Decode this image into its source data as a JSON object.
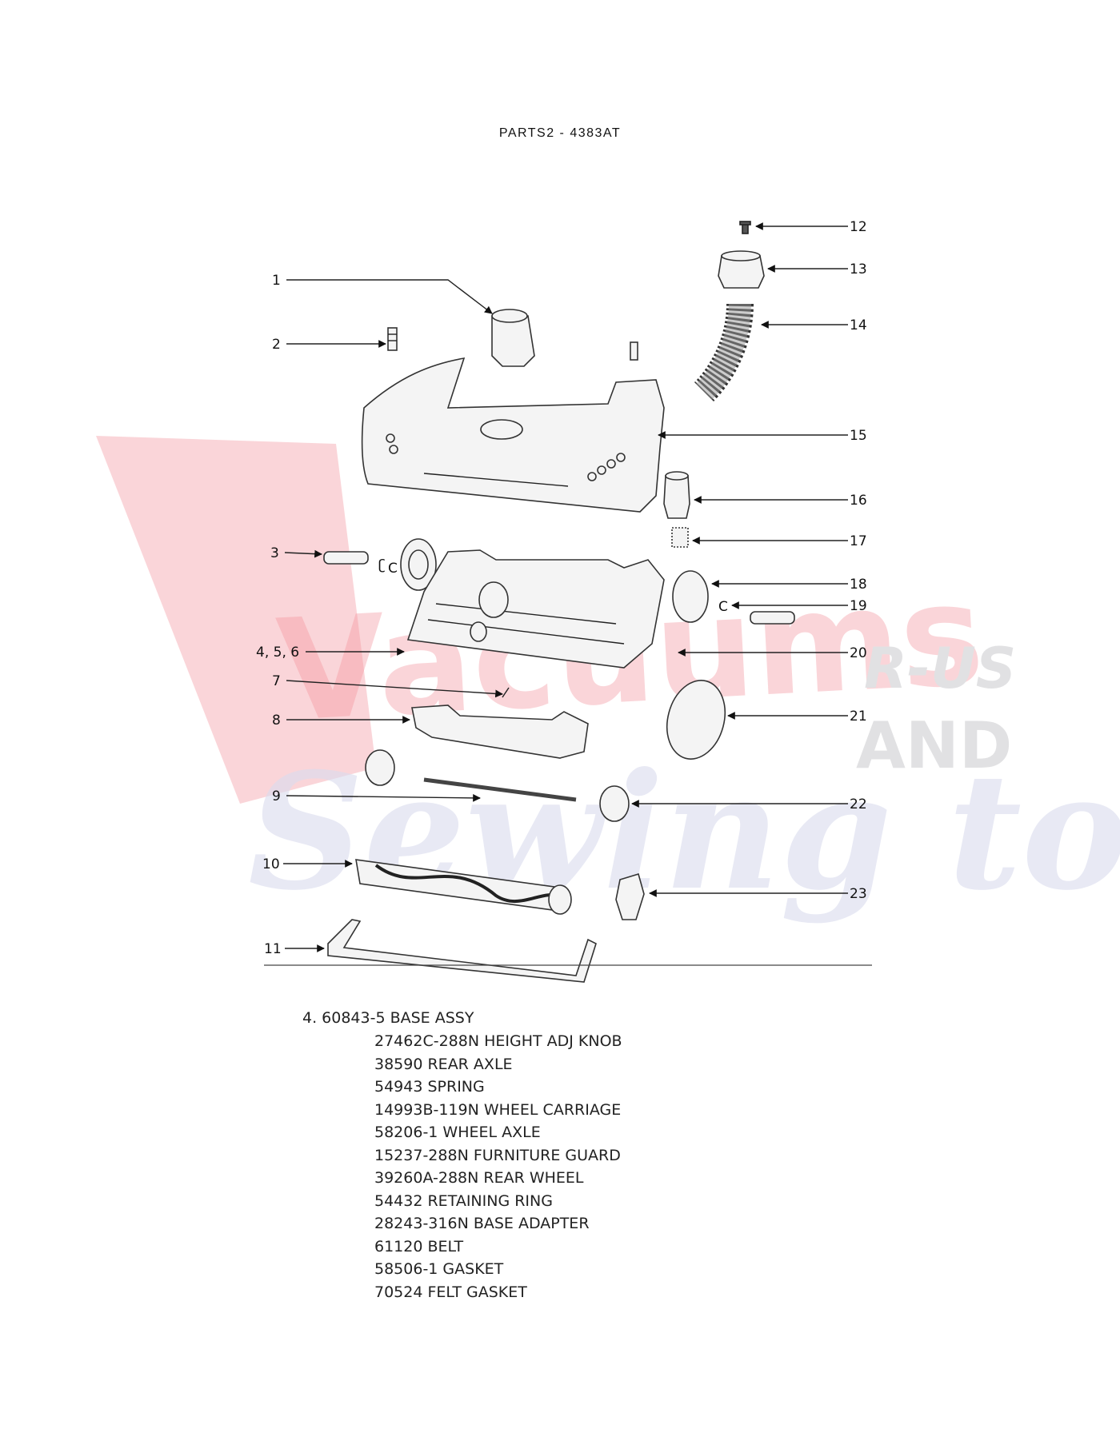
{
  "header": {
    "title": "PARTS2  - 4383AT"
  },
  "watermark": {
    "line1": "Vacuums",
    "tag_top": "R-US",
    "tag_bottom": "AND",
    "script": "Sewing too",
    "colors": {
      "red": "#e8293a",
      "grey": "#c9c9cc",
      "blue": "#b9bedf"
    }
  },
  "diagram": {
    "callouts": [
      "1",
      "2",
      "3",
      "4, 5, 6",
      "7",
      "8",
      "9",
      "10",
      "11",
      "12",
      "13",
      "14",
      "15",
      "16",
      "17",
      "18",
      "19",
      "20",
      "21",
      "22",
      "23"
    ]
  },
  "parts_list": {
    "heading": "4. 60843-5 BASE ASSY",
    "items": [
      "27462C-288N HEIGHT ADJ KNOB",
      "38590 REAR AXLE",
      "54943 SPRING",
      "14993B-119N WHEEL CARRIAGE",
      "58206-1 WHEEL AXLE",
      "15237-288N FURNITURE GUARD",
      "39260A-288N REAR WHEEL",
      "54432 RETAINING RING",
      "28243-316N BASE ADAPTER",
      "61120 BELT",
      "58506-1 GASKET",
      "70524 FELT GASKET"
    ]
  }
}
